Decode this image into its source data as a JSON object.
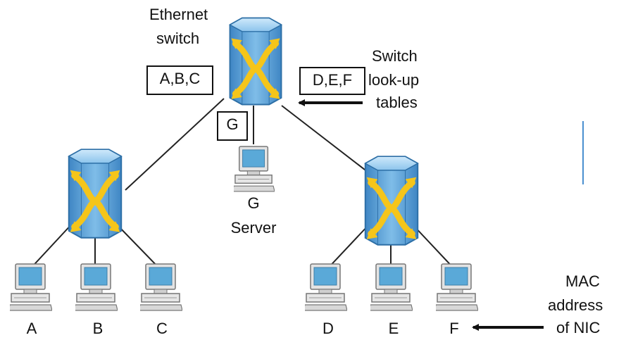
{
  "main_switch": {
    "title_line1": "Ethernet",
    "title_line2": "switch"
  },
  "tables": {
    "left": "A,B,C",
    "right": "D,E,F",
    "server": "G"
  },
  "lookup_label": {
    "line1": "Switch",
    "line2": "look-up",
    "line3": "tables"
  },
  "server": {
    "name": "G",
    "role": "Server"
  },
  "computers": [
    "A",
    "B",
    "C",
    "D",
    "E",
    "F"
  ],
  "mac_label": {
    "line1": "MAC",
    "line2": "address",
    "line3": "of NIC"
  },
  "colors": {
    "switch_body": "#5fa2d6",
    "switch_top": "#a8d4f2",
    "switch_arrows": "#f5c51a",
    "divider_line": "#4a8fd0"
  },
  "icons": [
    "ethernet-switch-icon",
    "computer-icon",
    "arrow-left-icon"
  ]
}
